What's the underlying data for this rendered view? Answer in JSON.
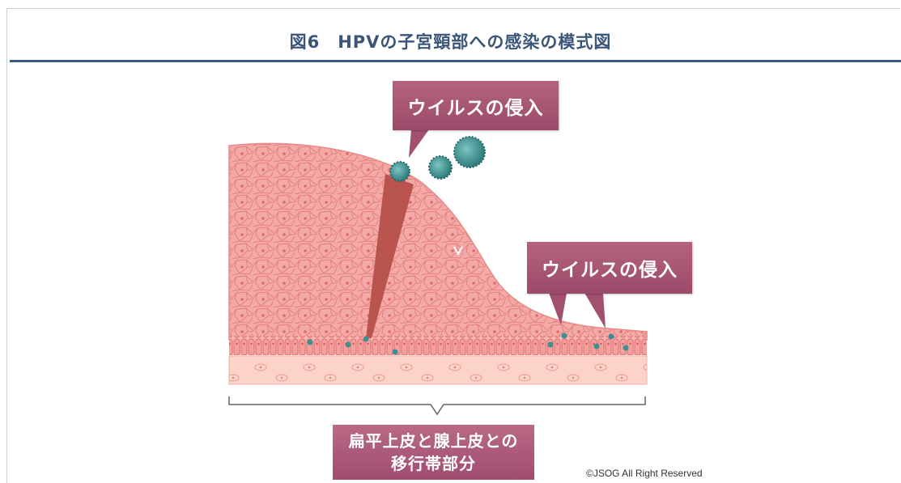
{
  "title": "図6　HPVの子宮頸部への感染の模式図",
  "callouts": [
    {
      "text": "ウイルスの侵入"
    },
    {
      "text": "ウイルスの侵入"
    }
  ],
  "bottom_label": {
    "line1": "扁平上皮と腺上皮との",
    "line2": "移行帯部分"
  },
  "copyright": "©JSOG All Right Reserved",
  "colors": {
    "title": "#3a5578",
    "rule": "#3a5a80",
    "callout_bg": "#a9587a",
    "tissue": "#f2a4a1",
    "tissue_line": "#e07a7a",
    "virus": "#3e8f8f",
    "wound": "#b5504a",
    "stroma": "#fbd2c5"
  },
  "icons": [
    "virus-icon",
    "bracket-icon"
  ]
}
